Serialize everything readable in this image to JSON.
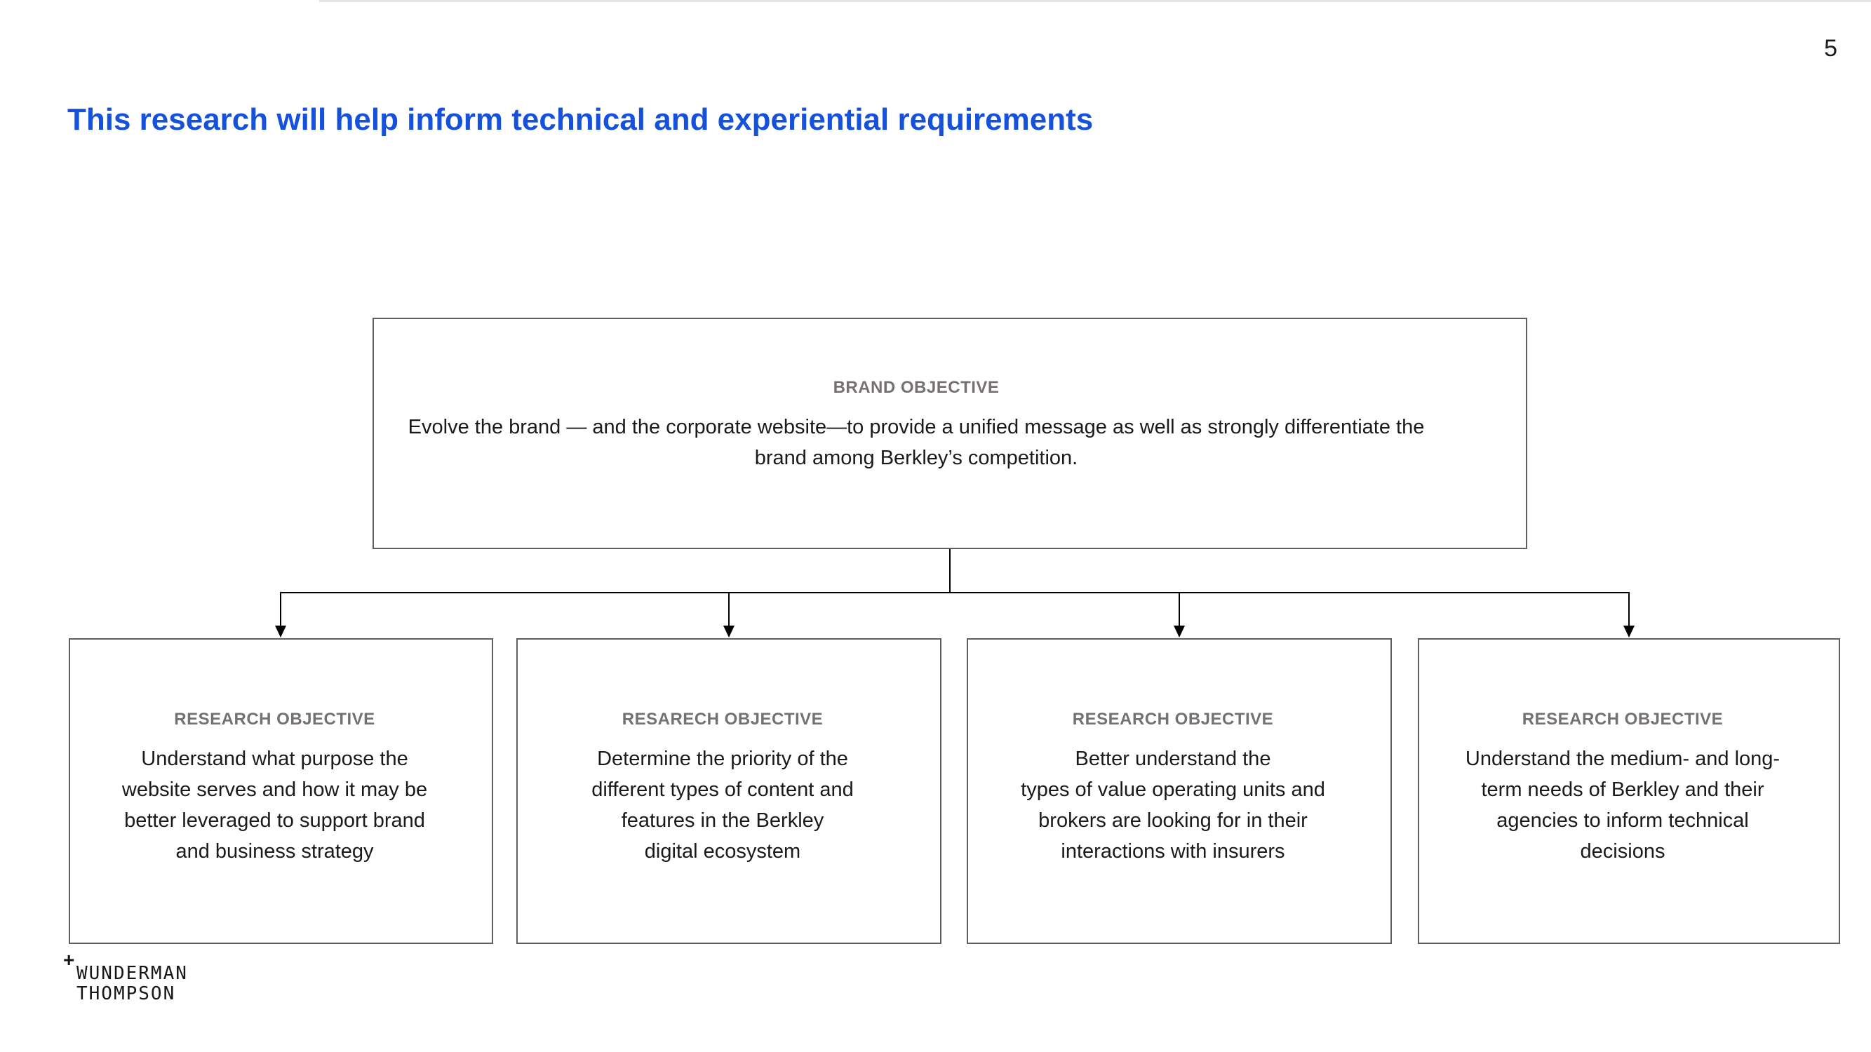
{
  "page": {
    "number": "5"
  },
  "title": {
    "text": "This research will help inform technical and experiential requirements"
  },
  "diagram": {
    "root": {
      "label": "BRAND OBJECTIVE",
      "text": "Evolve the brand — and the corporate website—to provide a unified message as well as strongly differentiate the\nbrand among Berkley’s competition."
    },
    "children": [
      {
        "label": "RESEARCH OBJECTIVE",
        "text": "Understand what purpose the\nwebsite serves and how it may be\nbetter leveraged to support brand\nand business strategy"
      },
      {
        "label": "RESARECH OBJECTIVE",
        "text": "Determine the priority of the\ndifferent types of content and\nfeatures in the Berkley\ndigital ecosystem"
      },
      {
        "label": "RESEARCH OBJECTIVE",
        "text": "Better understand the\ntypes of value operating units and\nbrokers are looking for in their\ninteractions with insurers"
      },
      {
        "label": "RESEARCH OBJECTIVE",
        "text": "Understand the medium- and long-\nterm needs of Berkley and their\nagencies to inform technical\ndecisions"
      }
    ]
  },
  "footer": {
    "logo": {
      "plus": "+",
      "name_lines": "WUNDERMAN\nTHOMPSON"
    }
  },
  "colors": {
    "title_blue": "#1551db",
    "label_gray": "#767171",
    "border_gray": "#5f5f5f",
    "line_black": "#000000",
    "text_dark": "#1a1a1a",
    "topline_gray": "#e4e4e4"
  }
}
